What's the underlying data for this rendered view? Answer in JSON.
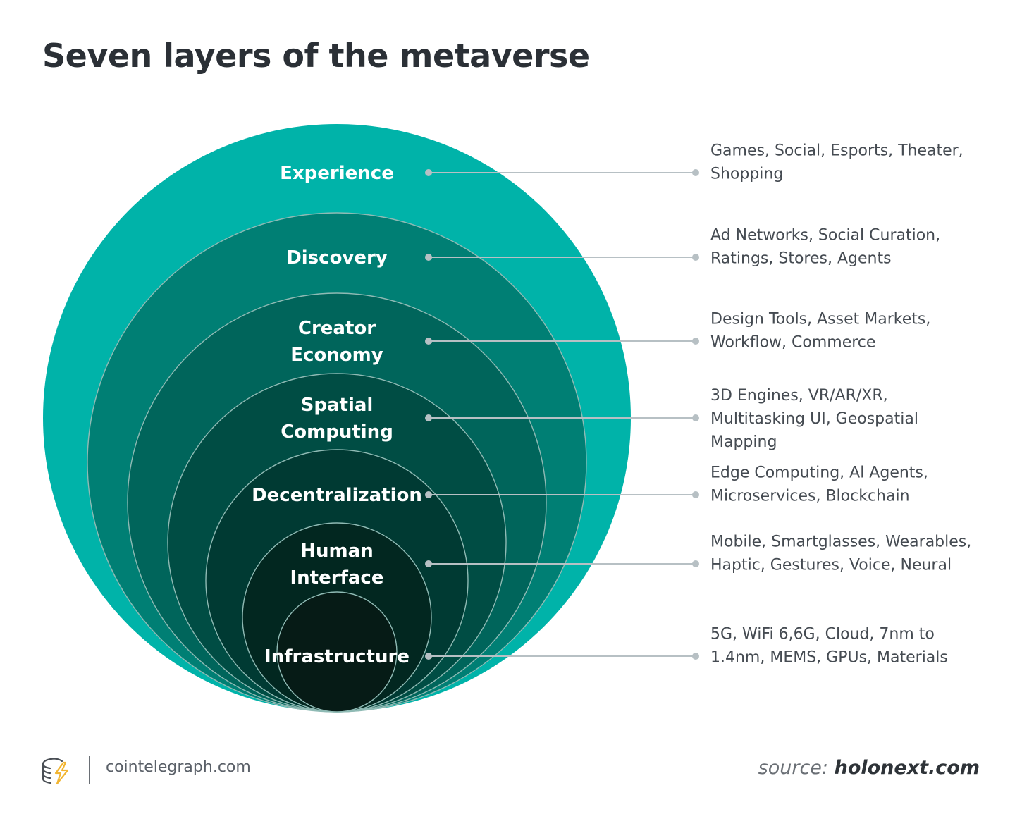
{
  "header": {
    "title": "Seven layers of the metaverse"
  },
  "layers": [
    {
      "label": [
        "Experience"
      ],
      "description": [
        "Games, Social, Esports, Theater,",
        "Shopping"
      ]
    },
    {
      "label": [
        "Discovery"
      ],
      "description": [
        "Ad Networks, Social Curation,",
        "Ratings, Stores, Agents"
      ]
    },
    {
      "label": [
        "Creator",
        "Economy"
      ],
      "description": [
        "Design Tools, Asset Markets,",
        "Workflow, Commerce"
      ]
    },
    {
      "label": [
        "Spatial",
        "Computing"
      ],
      "description": [
        "3D Engines, VR/AR/XR,",
        "Multitasking UI, Geospatial",
        "Mapping"
      ]
    },
    {
      "label": [
        "Decentralization"
      ],
      "description": [
        "Edge Computing, Al Agents,",
        "Microservices, Blockchain"
      ]
    },
    {
      "label": [
        "Human",
        "Interface"
      ],
      "description": [
        "Mobile, Smartglasses, Wearables,",
        "Haptic, Gestures, Voice, Neural"
      ]
    },
    {
      "label": [
        "Infrastructure"
      ],
      "description": [
        "5G, WiFi 6,6G, Cloud, 7nm to",
        "1.4nm, MEMS, GPUs, Materials"
      ]
    }
  ],
  "colors": {
    "layer_fills": [
      "#00b3a9",
      "#007f74",
      "#00655b",
      "#004d44",
      "#003a33",
      "#022720",
      "#061b16"
    ],
    "ring_stroke": "#8fbab4",
    "connector": "#b7c0c4",
    "label_text": "#ffffff",
    "description_text": "#454b52"
  },
  "footer": {
    "brand_icon": "cointelegraph-logo-icon",
    "site": "cointelegraph.com",
    "source_label": "source:",
    "source_site": "holonext.com"
  }
}
